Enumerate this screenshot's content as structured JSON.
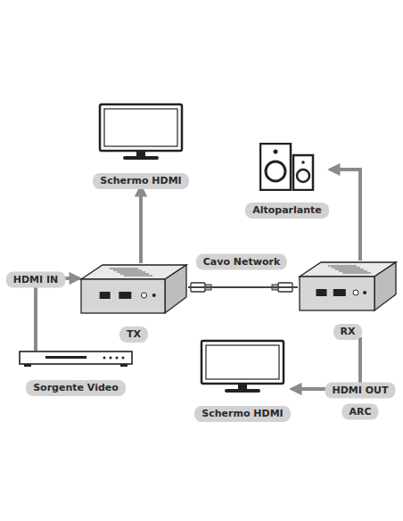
{
  "diagram": {
    "nodes": [
      {
        "text": [
          "Schermo HDMI"
        ]
      },
      {
        "text": [
          "Altoparlante"
        ]
      },
      {
        "text": [
          "TX"
        ]
      },
      {
        "text": [
          "RX"
        ]
      },
      {
        "text": [
          "Sorgente Video"
        ]
      },
      {
        "text": [
          "Schermo HDMI"
        ]
      }
    ],
    "edges": [
      {
        "from": 4,
        "to": 2,
        "label": "HDMI IN",
        "arrow": "to"
      },
      {
        "from": 2,
        "to": 0,
        "arrow": "to"
      },
      {
        "from": 2,
        "to": 3,
        "label": "Cavo Network",
        "arrow": "none"
      },
      {
        "from": 3,
        "to": 1,
        "arrow": "to"
      },
      {
        "from": 3,
        "to": 5,
        "label": "HDMI OUT",
        "arrow": "to"
      }
    ],
    "labels": [
      "ARC"
    ]
  }
}
